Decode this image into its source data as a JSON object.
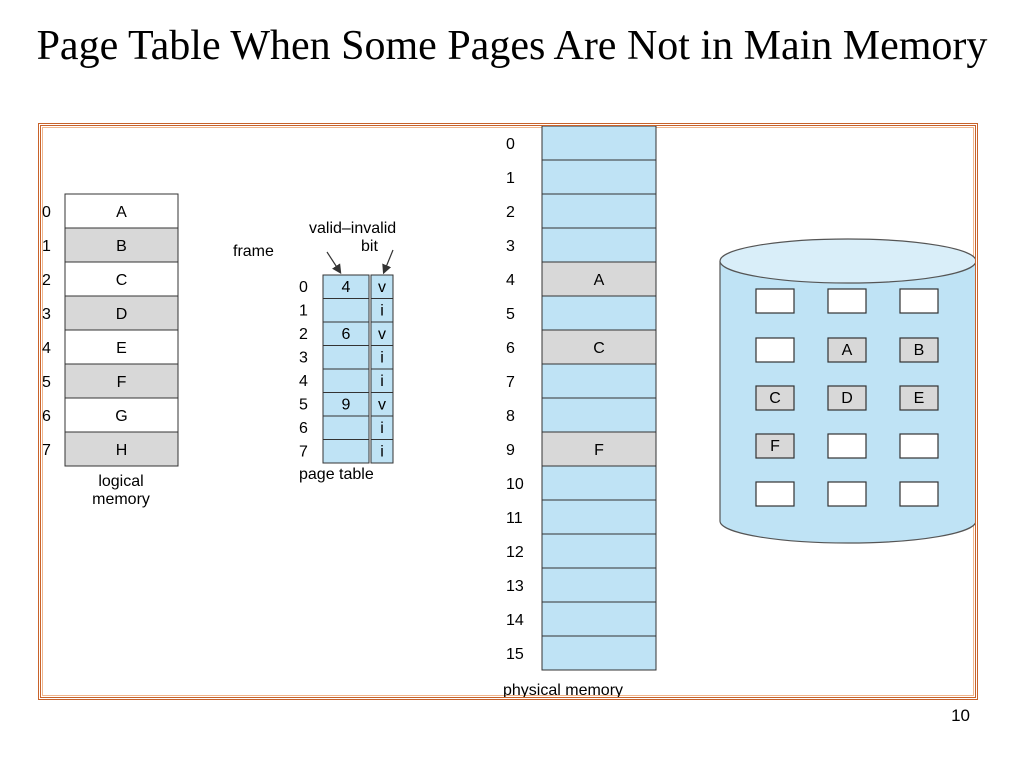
{
  "slide": {
    "title": "Page Table When Some Pages Are Not in Main Memory",
    "page_number": "10"
  },
  "colors": {
    "border": "#c8622a",
    "light_blue": "#bfe3f5",
    "gray": "#d8d8d8",
    "white": "#ffffff",
    "outline": "#333333"
  },
  "logical_memory": {
    "label_line1": "logical",
    "label_line2": "memory",
    "pages": [
      {
        "index": "0",
        "content": "A",
        "shade": "white"
      },
      {
        "index": "1",
        "content": "B",
        "shade": "gray"
      },
      {
        "index": "2",
        "content": "C",
        "shade": "white"
      },
      {
        "index": "3",
        "content": "D",
        "shade": "gray"
      },
      {
        "index": "4",
        "content": "E",
        "shade": "white"
      },
      {
        "index": "5",
        "content": "F",
        "shade": "gray"
      },
      {
        "index": "6",
        "content": "G",
        "shade": "white"
      },
      {
        "index": "7",
        "content": "H",
        "shade": "gray"
      }
    ]
  },
  "page_table": {
    "label": "page table",
    "frame_label": "frame",
    "valid_invalid_line1": "valid–invalid",
    "valid_invalid_line2": "bit",
    "entries": [
      {
        "index": "0",
        "frame": "4",
        "bit": "v"
      },
      {
        "index": "1",
        "frame": "",
        "bit": "i"
      },
      {
        "index": "2",
        "frame": "6",
        "bit": "v"
      },
      {
        "index": "3",
        "frame": "",
        "bit": "i"
      },
      {
        "index": "4",
        "frame": "",
        "bit": "i"
      },
      {
        "index": "5",
        "frame": "9",
        "bit": "v"
      },
      {
        "index": "6",
        "frame": "",
        "bit": "i"
      },
      {
        "index": "7",
        "frame": "",
        "bit": "i"
      }
    ]
  },
  "physical_memory": {
    "label": "physical memory",
    "frames": [
      {
        "index": "0",
        "content": ""
      },
      {
        "index": "1",
        "content": ""
      },
      {
        "index": "2",
        "content": ""
      },
      {
        "index": "3",
        "content": ""
      },
      {
        "index": "4",
        "content": "A"
      },
      {
        "index": "5",
        "content": ""
      },
      {
        "index": "6",
        "content": "C"
      },
      {
        "index": "7",
        "content": ""
      },
      {
        "index": "8",
        "content": ""
      },
      {
        "index": "9",
        "content": "F"
      },
      {
        "index": "10",
        "content": ""
      },
      {
        "index": "11",
        "content": ""
      },
      {
        "index": "12",
        "content": ""
      },
      {
        "index": "13",
        "content": ""
      },
      {
        "index": "14",
        "content": ""
      },
      {
        "index": "15",
        "content": ""
      }
    ]
  },
  "disk": {
    "blocks": [
      [
        "",
        "",
        ""
      ],
      [
        "",
        "A",
        "B"
      ],
      [
        "C",
        "D",
        "E"
      ],
      [
        "F",
        "",
        ""
      ],
      [
        "",
        "",
        ""
      ]
    ]
  }
}
